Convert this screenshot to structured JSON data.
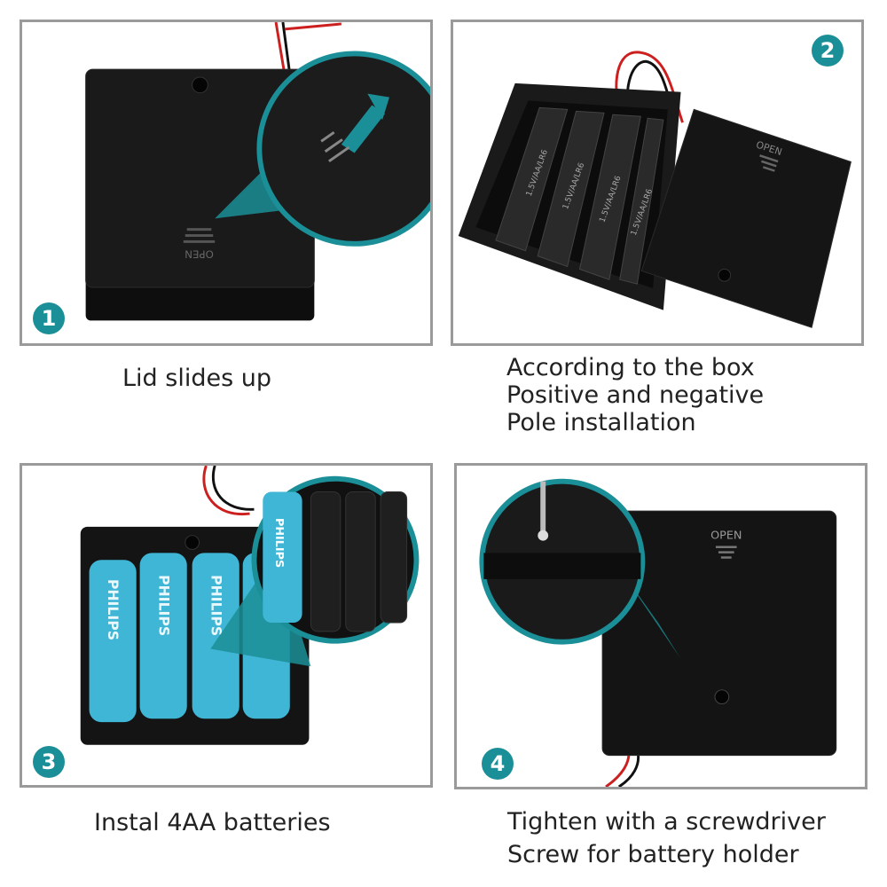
{
  "steps": [
    {
      "number": "1",
      "caption_lines": [
        "Lid slides up"
      ],
      "lid_text": "OPEN"
    },
    {
      "number": "2",
      "caption_lines": [
        "According to the box",
        "Positive and negative",
        "Pole installation"
      ],
      "lid_text": "OPEN",
      "cell_label": "1.5V/AA/LR6"
    },
    {
      "number": "3",
      "caption_lines": [
        "Instal 4AA batteries"
      ],
      "battery_brand": "PHILIPS"
    },
    {
      "number": "4",
      "caption_lines": [
        "Tighten with a screwdriver",
        "Screw for battery holder"
      ],
      "lid_text": "OPEN"
    }
  ],
  "colors": {
    "accent": "#1b8f97",
    "border": "#9a9a9a",
    "case": "#141414",
    "battery": "#3fb6d6"
  }
}
